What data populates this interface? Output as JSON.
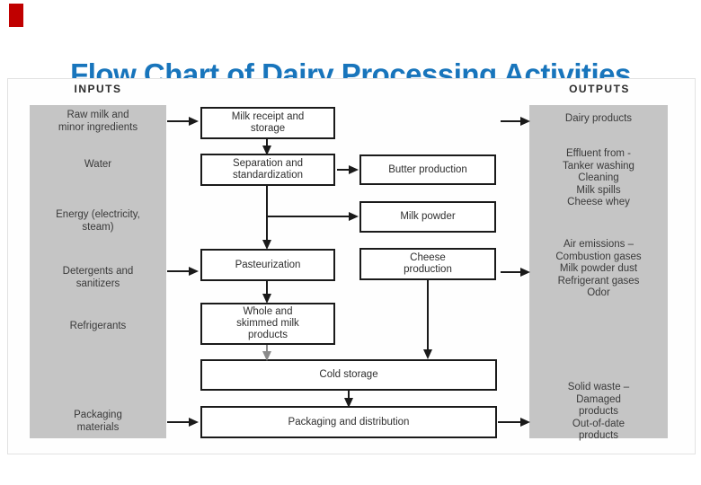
{
  "slide": {
    "title": "Flow Chart of Dairy Processing Activities",
    "title_color": "#1875bc",
    "accent_color": "#c00000"
  },
  "diagram": {
    "inputs_header": "INPUTS",
    "outputs_header": "OUTPUTS",
    "panel_color": "#c5c5c5",
    "inputs": [
      {
        "label": "Raw milk and\nminor ingredients"
      },
      {
        "label": "Water"
      },
      {
        "label": "Energy (electricity,\nsteam)"
      },
      {
        "label": "Detergents and\nsanitizers"
      },
      {
        "label": "Refrigerants"
      },
      {
        "label": "Packaging\nmaterials"
      }
    ],
    "processes": [
      {
        "label": "Milk receipt and\nstorage"
      },
      {
        "label": "Separation and\nstandardization"
      },
      {
        "label": "Butter production"
      },
      {
        "label": "Milk powder"
      },
      {
        "label": "Pasteurization"
      },
      {
        "label": "Cheese\nproduction"
      },
      {
        "label": "Whole and\nskimmed milk\nproducts"
      },
      {
        "label": "Cold storage"
      },
      {
        "label": "Packaging and distribution"
      }
    ],
    "outputs": [
      {
        "label": "Dairy products"
      },
      {
        "label": "Effluent from -\nTanker washing\nCleaning\nMilk spills\nCheese whey"
      },
      {
        "label": "Air emissions –\nCombustion gases\nMilk powder dust\nRefrigerant gases\nOdor"
      },
      {
        "label": "Solid waste –\nDamaged\nproducts\nOut-of-date\nproducts"
      }
    ]
  }
}
